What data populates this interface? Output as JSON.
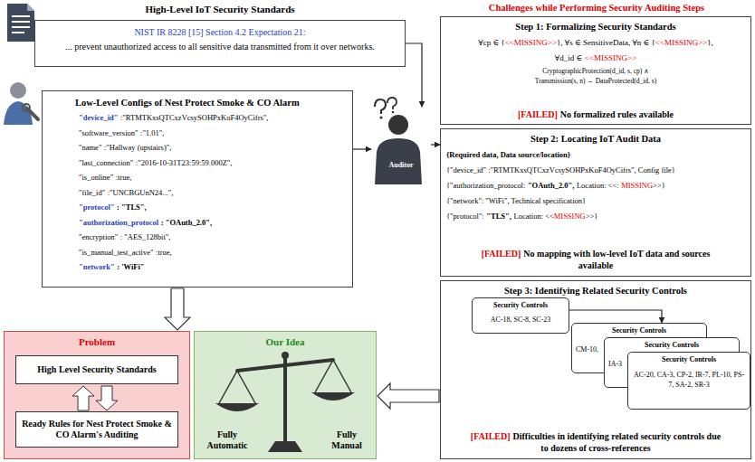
{
  "diagram": {
    "nodes": [
      {
        "text": [
          "High-Level IoT Security Standards",
          "NIST IR 8228 [15] Section 4.2 Expectation 21:",
          "... prevent unauthorized access to all sensitive data transmitted from it over networks."
        ]
      },
      {
        "text": [
          "Low-Level Configs of Nest Protect Smoke & CO Alarm",
          "\"device_id\"",
          ":\"RTMTKxsQTCxzVcsySOHPxKoF4OyCifrs\",",
          "\"software_version\"",
          ":\"1.01\",",
          "\"name\"",
          ":\"Hallway (upstairs)\",",
          "\"last_connection\"",
          ":\"2016-10-31T23:59:59.000Z\",",
          "\"is_online\"",
          ":true,",
          "\"file_id\"",
          ":\"UNCBGUnN24...\",",
          "\"protocol\"",
          ": \"TLS\",",
          "\"authorization_protocol",
          ": \"OAuth_2.0\",",
          "\"encryption\"",
          ": \"AES_128bit\",",
          "\"is_manual_test_active\"",
          ":true,",
          "\"network\"",
          ": 'WiFi\""
        ]
      },
      {
        "text": [
          "Auditor"
        ]
      },
      {
        "text": [
          "Challenges while Performing Security Auditing Steps"
        ]
      },
      {
        "text": [
          "Step 1: Formalizing Security Standards",
          "∀cp ∈ {",
          "<<MISSING>>",
          "}, ∀s ∈ SensitiveData, ∀n ∈ {",
          "<<MISSING>>",
          "},",
          "∀d_id ∈",
          "<<MISSING>>",
          "CryptographicProtection(d_id, s, cp) ∧",
          "Transmission(s, n) → DataProtected(d_id, s)",
          "[FAILED]",
          "No formalized rules available"
        ],
        "in": 3
      },
      {
        "text": [
          "Step 2: Locating IoT Audit Data",
          "{Required data, Data source/location}",
          "{\"device_id\" :\"RTMTKxsQTCxzVcsySOHPxKoF4OyCifrs\", Config file}",
          "{\"authorization_protocol:",
          "\"OAuth_2.0\",",
          "Location: <<:",
          "MISSING",
          ">>}",
          "{\"network\": \"WiFi\", Technical specification}",
          "{\"protocol\":",
          "\"TLS\",",
          "Location: <<",
          "MISSING",
          ">>}",
          "[FAILED]",
          "No mapping with low-level IoT data and sources available"
        ],
        "in": 3
      },
      {
        "text": [
          "Step 3: Identifying Related Security Controls",
          "[FAILED]",
          "Difficulties in identifying related security controls due to dozens of cross-references"
        ],
        "in": 3
      },
      {
        "text": [
          "Security Controls",
          "AC-18, SC-8, SC-23"
        ],
        "in": 6
      },
      {
        "text": [
          "Security Controls",
          "CM-10,"
        ],
        "in": 6
      },
      {
        "text": [
          "Security Controls",
          "IA-3"
        ],
        "in": 6
      },
      {
        "text": [
          "Security Controls",
          "AC-20, CA-3, CP-2, IR-7, PL-10, PS-7, SA-2, SR-3"
        ],
        "in": 6
      },
      {
        "text": [
          "Problem"
        ]
      },
      {
        "text": [
          "High Level Security Standards"
        ],
        "in": 11
      },
      {
        "text": [
          "Ready Rules for Nest Protect Smoke & CO Alarm's Auditing"
        ],
        "in": 11
      },
      {
        "text": [
          "Our Idea",
          "Fully Automatic",
          "Fully Manual"
        ]
      }
    ],
    "edges": [
      {
        "from": 0,
        "to": 2,
        "arrow": "to"
      },
      {
        "from": 1,
        "to": 2,
        "arrow": "to"
      },
      {
        "from": 2,
        "to": 3,
        "arrow": "to"
      },
      {
        "from": 7,
        "to": 8,
        "arrow": "to"
      },
      {
        "from": 1,
        "to": 11,
        "arrow": "to"
      },
      {
        "from": 6,
        "to": 14,
        "arrow": "to"
      }
    ]
  }
}
